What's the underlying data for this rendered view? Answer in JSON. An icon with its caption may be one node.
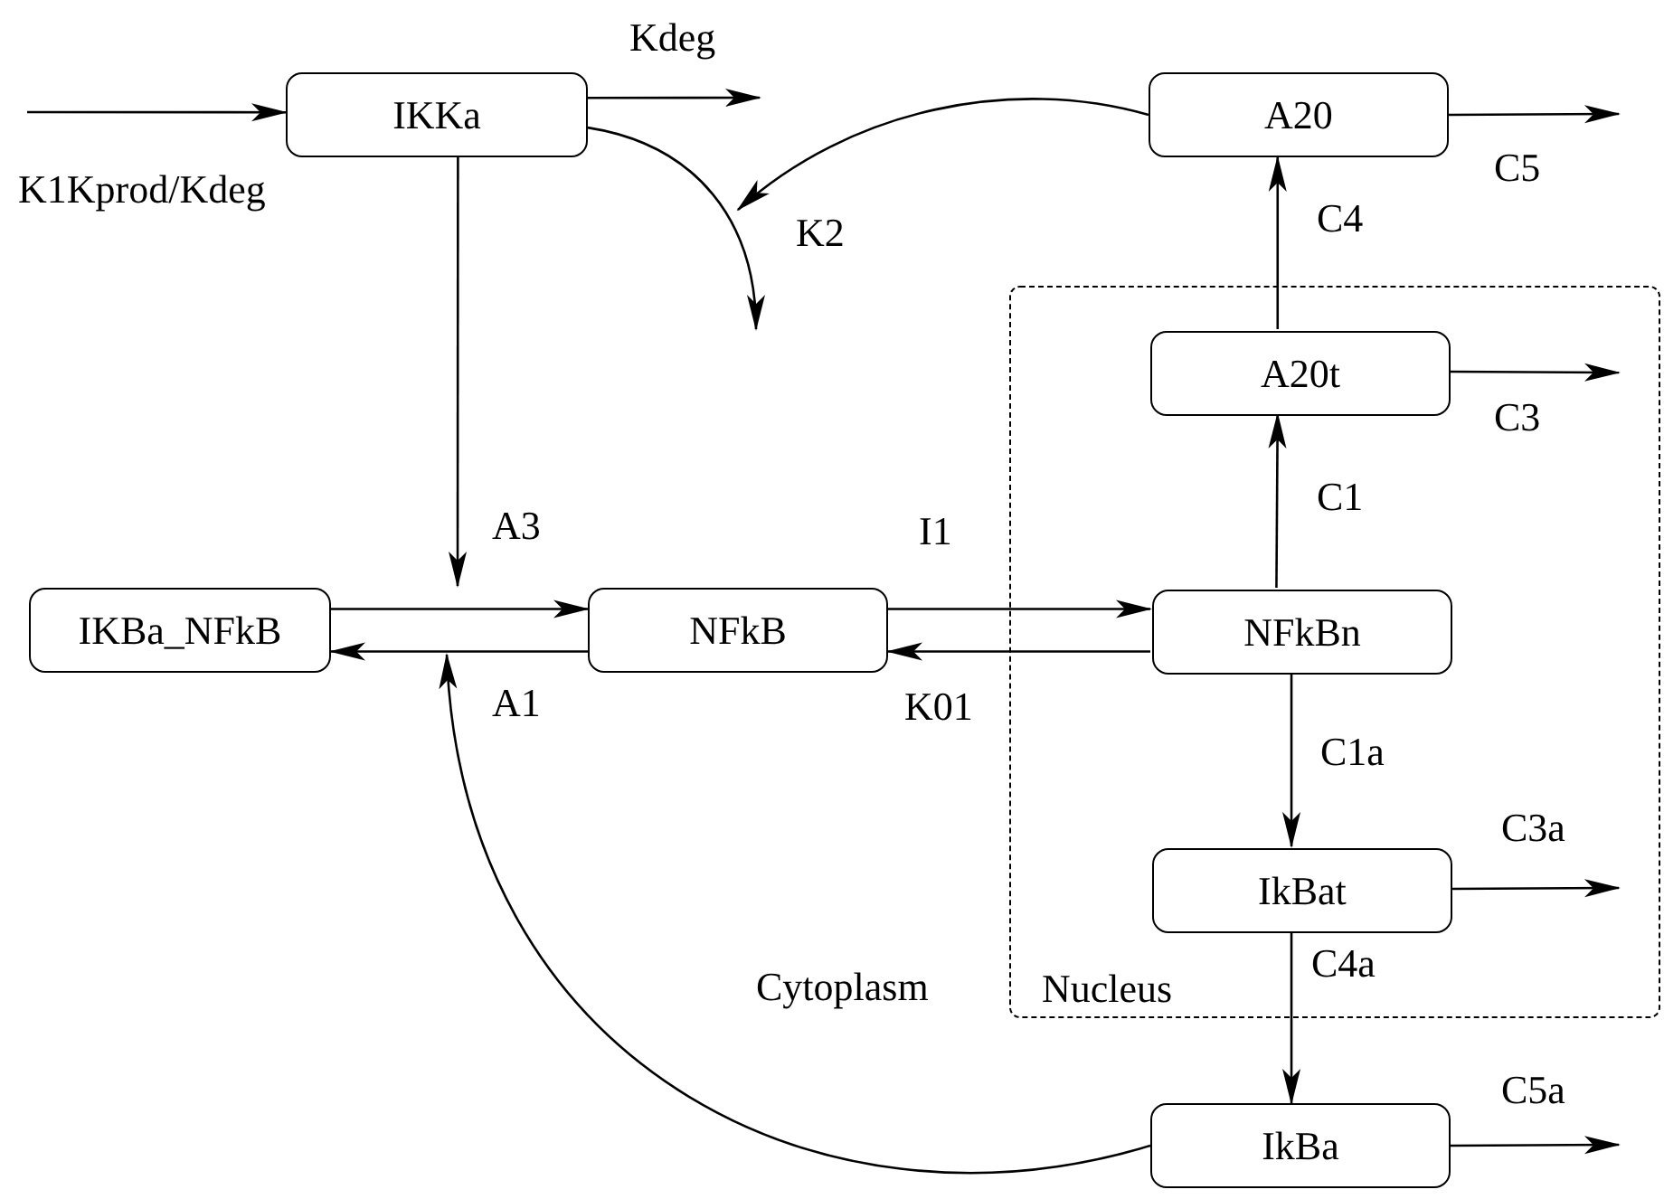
{
  "diagram": {
    "nodes": [
      {
        "text": [
          "IKKa"
        ]
      },
      {
        "text": [
          "A20"
        ]
      },
      {
        "text": [
          "Nucleus"
        ]
      },
      {
        "text": [
          "A20t"
        ],
        "in": 2
      },
      {
        "text": [
          "IKBa_NFkB"
        ]
      },
      {
        "text": [
          "NFkB"
        ]
      },
      {
        "text": [
          "NFkBn"
        ],
        "in": 2
      },
      {
        "text": [
          "IkBat"
        ],
        "in": 2
      },
      {
        "text": [
          "IkBa"
        ]
      }
    ],
    "edges": [
      {
        "from": null,
        "to": 0,
        "arrow": "to",
        "label": "K1Kprod/Kdeg"
      },
      {
        "from": 0,
        "to": null,
        "arrow": "to",
        "label": "Kdeg"
      },
      {
        "from": 0,
        "to": null,
        "arrow": "to",
        "label": "K2"
      },
      {
        "from": 0,
        "to": null,
        "arrow": "to",
        "label": "A3"
      },
      {
        "from": 1,
        "to": null,
        "arrow": "to"
      },
      {
        "from": 1,
        "to": null,
        "arrow": "to",
        "label": "C5"
      },
      {
        "from": 3,
        "to": 1,
        "arrow": "to",
        "label": "C4"
      },
      {
        "from": 3,
        "to": null,
        "arrow": "to",
        "label": "C3"
      },
      {
        "from": 6,
        "to": 3,
        "arrow": "to",
        "label": "C1"
      },
      {
        "from": 4,
        "to": 5,
        "arrow": "to"
      },
      {
        "from": 5,
        "to": 4,
        "arrow": "to"
      },
      {
        "from": 8,
        "to": null,
        "arrow": "to",
        "label": "A1"
      },
      {
        "from": 5,
        "to": 6,
        "arrow": "to",
        "label": "I1"
      },
      {
        "from": 6,
        "to": 5,
        "arrow": "to",
        "label": "K01"
      },
      {
        "from": 6,
        "to": 7,
        "arrow": "to",
        "label": "C1a"
      },
      {
        "from": 7,
        "to": null,
        "arrow": "to",
        "label": "C3a"
      },
      {
        "from": 7,
        "to": 8,
        "arrow": "to",
        "label": "C4a"
      },
      {
        "from": 8,
        "to": null,
        "arrow": "to",
        "label": "C5a"
      }
    ],
    "labels": [
      "Cytoplasm"
    ]
  }
}
